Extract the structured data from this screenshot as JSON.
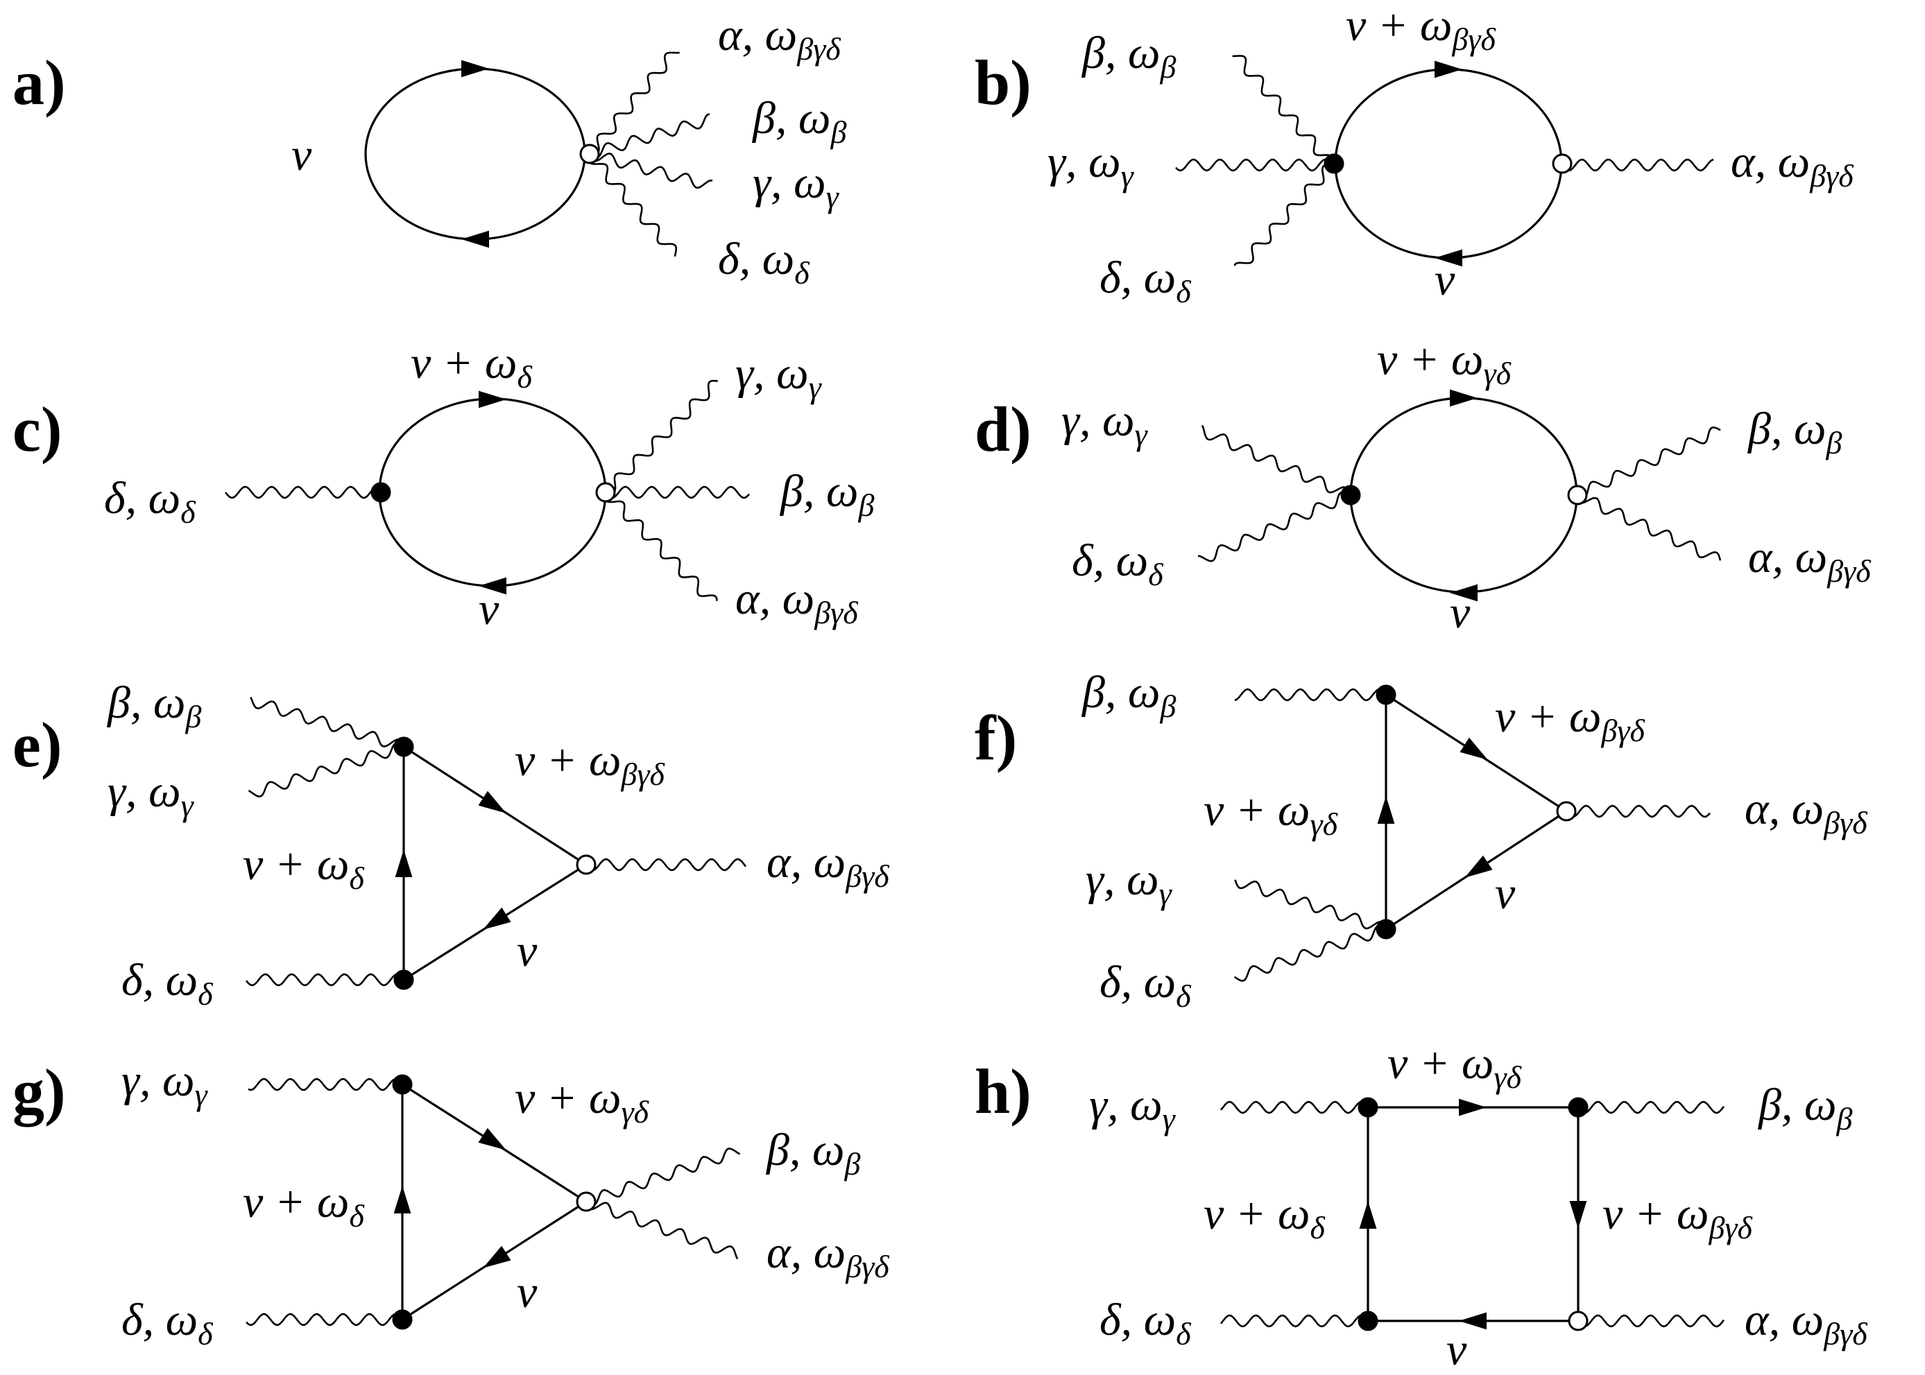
{
  "panels": [
    {
      "id": "a",
      "label": "a)",
      "texts": [
        {
          "base": "ν",
          "sub": ""
        },
        {
          "base": "α, ω",
          "sub": "βγδ"
        },
        {
          "base": "β, ω",
          "sub": "β"
        },
        {
          "base": "γ, ω",
          "sub": "γ"
        },
        {
          "base": "δ, ω",
          "sub": "δ"
        }
      ]
    },
    {
      "id": "b",
      "label": "b)",
      "texts": [
        {
          "base": "β, ω",
          "sub": "β"
        },
        {
          "base": "γ, ω",
          "sub": "γ"
        },
        {
          "base": "δ, ω",
          "sub": "δ"
        },
        {
          "base": "ν + ω",
          "sub": "βγδ"
        },
        {
          "base": "ν",
          "sub": ""
        },
        {
          "base": "α, ω",
          "sub": "βγδ"
        }
      ]
    },
    {
      "id": "c",
      "label": "c)",
      "texts": [
        {
          "base": "ν + ω",
          "sub": "δ"
        },
        {
          "base": "δ, ω",
          "sub": "δ"
        },
        {
          "base": "ν",
          "sub": ""
        },
        {
          "base": "γ, ω",
          "sub": "γ"
        },
        {
          "base": "β, ω",
          "sub": "β"
        },
        {
          "base": "α, ω",
          "sub": "βγδ"
        }
      ]
    },
    {
      "id": "d",
      "label": "d)",
      "texts": [
        {
          "base": "ν + ω",
          "sub": "γδ"
        },
        {
          "base": "γ, ω",
          "sub": "γ"
        },
        {
          "base": "δ, ω",
          "sub": "δ"
        },
        {
          "base": "ν",
          "sub": ""
        },
        {
          "base": "β, ω",
          "sub": "β"
        },
        {
          "base": "α, ω",
          "sub": "βγδ"
        }
      ]
    },
    {
      "id": "e",
      "label": "e)",
      "texts": [
        {
          "base": "β, ω",
          "sub": "β"
        },
        {
          "base": "γ, ω",
          "sub": "γ"
        },
        {
          "base": "ν + ω",
          "sub": "δ"
        },
        {
          "base": "δ, ω",
          "sub": "δ"
        },
        {
          "base": "ν + ω",
          "sub": "βγδ"
        },
        {
          "base": "ν",
          "sub": ""
        },
        {
          "base": "α, ω",
          "sub": "βγδ"
        }
      ]
    },
    {
      "id": "f",
      "label": "f)",
      "texts": [
        {
          "base": "β, ω",
          "sub": "β"
        },
        {
          "base": "ν + ω",
          "sub": "βγδ"
        },
        {
          "base": "ν + ω",
          "sub": "γδ"
        },
        {
          "base": "α, ω",
          "sub": "βγδ"
        },
        {
          "base": "γ, ω",
          "sub": "γ"
        },
        {
          "base": "ν",
          "sub": ""
        },
        {
          "base": "δ, ω",
          "sub": "δ"
        }
      ]
    },
    {
      "id": "g",
      "label": "g)",
      "texts": [
        {
          "base": "γ, ω",
          "sub": "γ"
        },
        {
          "base": "ν + ω",
          "sub": "γδ"
        },
        {
          "base": "ν + ω",
          "sub": "δ"
        },
        {
          "base": "β, ω",
          "sub": "β"
        },
        {
          "base": "ν",
          "sub": ""
        },
        {
          "base": "α, ω",
          "sub": "βγδ"
        },
        {
          "base": "δ, ω",
          "sub": "δ"
        }
      ]
    },
    {
      "id": "h",
      "label": "h)",
      "texts": [
        {
          "base": "ν + ω",
          "sub": "γδ"
        },
        {
          "base": "γ, ω",
          "sub": "γ"
        },
        {
          "base": "β, ω",
          "sub": "β"
        },
        {
          "base": "ν + ω",
          "sub": "δ"
        },
        {
          "base": "ν + ω",
          "sub": "βγδ"
        },
        {
          "base": "δ, ω",
          "sub": "δ"
        },
        {
          "base": "α, ω",
          "sub": "βγδ"
        },
        {
          "base": "ν",
          "sub": ""
        }
      ]
    }
  ]
}
